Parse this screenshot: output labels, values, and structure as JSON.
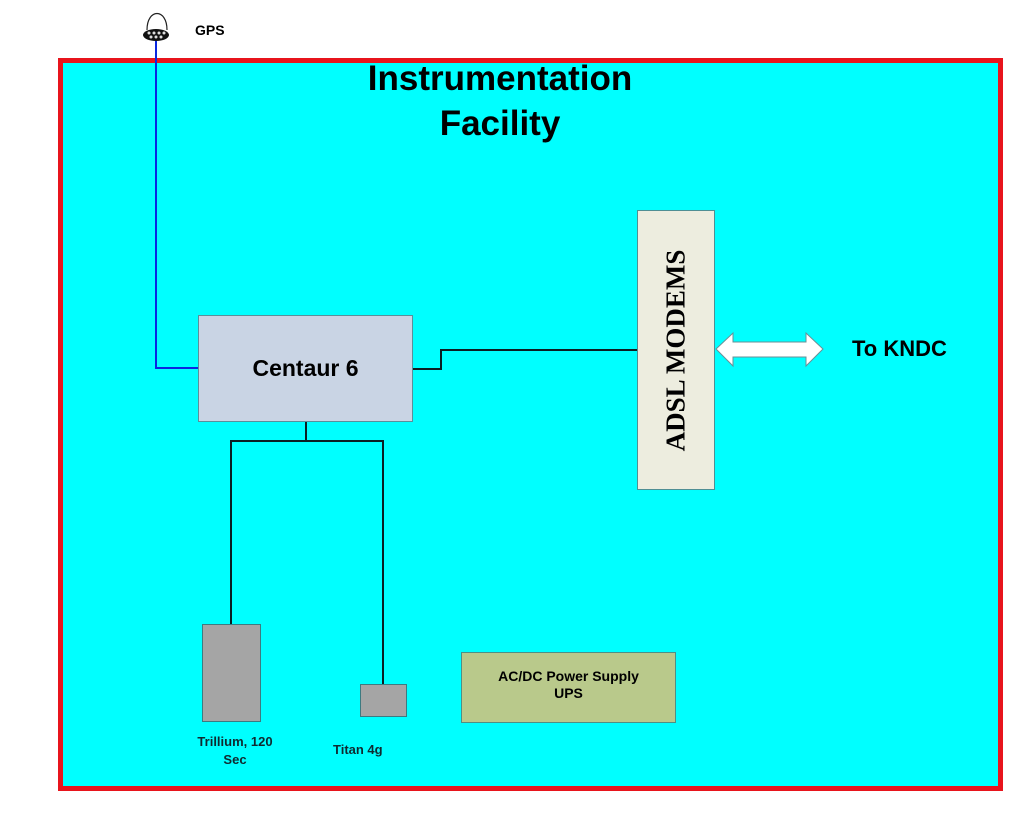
{
  "diagram": {
    "title_line1": "Instrumentation",
    "title_line2": "Facility",
    "gps": {
      "label": "GPS",
      "icon": "gps-antenna-icon"
    },
    "nodes": {
      "centaur": {
        "label": "Centaur 6"
      },
      "adsl": {
        "label": "ADSL MODEMS"
      },
      "trillium": {
        "label_line1": "Trillium, 120",
        "label_line2": "Sec"
      },
      "titan": {
        "label": "Titan 4g"
      },
      "power": {
        "label_line1": "AC/DC Power Supply",
        "label_line2": "UPS"
      }
    },
    "external": {
      "label": "To KNDC",
      "arrow": "double-arrow-icon"
    },
    "connections": [
      {
        "from": "GPS",
        "to": "Centaur 6",
        "color": "#0a28e0"
      },
      {
        "from": "Centaur 6",
        "to": "ADSL MODEMS",
        "color": "#0b1f24"
      },
      {
        "from": "Centaur 6",
        "to": "Trillium, 120 Sec",
        "color": "#0b1f24"
      },
      {
        "from": "Centaur 6",
        "to": "Titan 4g",
        "color": "#0b1f24"
      },
      {
        "from": "ADSL MODEMS",
        "to": "To KNDC",
        "bidirectional": true
      }
    ],
    "colors": {
      "facility_fill": "#00ffff",
      "facility_border": "#e8141c",
      "centaur_fill": "#c9d4e4",
      "adsl_fill": "#ededdf",
      "sensor_fill": "#a5a5a5",
      "power_fill": "#b9c98b"
    }
  }
}
